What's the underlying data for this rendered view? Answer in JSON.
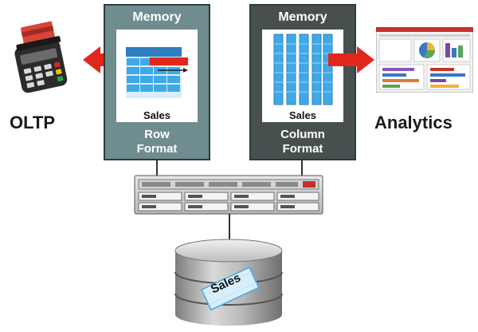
{
  "left_label": "OLTP",
  "right_label": "Analytics",
  "row_panel": {
    "title": "Memory",
    "inner_label": "Sales",
    "format_line1": "Row",
    "format_line2": "Format"
  },
  "column_panel": {
    "title": "Memory",
    "inner_label": "Sales",
    "format_line1": "Column",
    "format_line2": "Format"
  },
  "database_label": "Sales",
  "colors": {
    "row_panel_bg": "#6f8c8e",
    "column_panel_bg": "#47504f",
    "arrow_red": "#e3261b",
    "table_blue": "#3fa9e8",
    "database_gray": "#9a9a9a"
  }
}
